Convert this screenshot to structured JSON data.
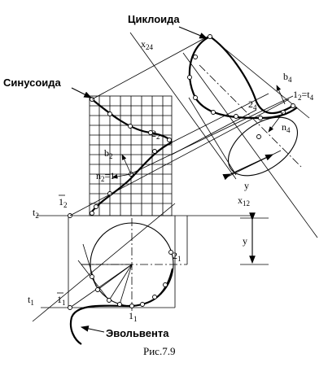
{
  "labels": {
    "cycloid": "Циклоида",
    "sinusoid": "Синусоида",
    "involute": "Эвольвента",
    "caption": "Рис.7.9",
    "x24": "x",
    "x24_sub": "24",
    "x12": "x",
    "x12_sub": "12",
    "b4": "b",
    "b4_sub": "4",
    "n4": "n",
    "n4_sub": "4",
    "p24": "2",
    "p24_sub": "4",
    "one2_t4": "1",
    "one2_t4_sub": "2",
    "one2_t4_eq": "=t",
    "one2_t4_sub2": "4",
    "b2": "b",
    "b2_sub": "2",
    "p22": "2",
    "p22_sub": "2",
    "n2": "n",
    "n2_sub": "2",
    "n2_eq": "=1",
    "bar1_2": "1",
    "bar1_2_sub": "2",
    "t2": "t",
    "t2_sub": "2",
    "y_top": "y",
    "y_side": "y",
    "p21": "2",
    "p21_sub": "1",
    "t1": "t",
    "t1_sub": "1",
    "bar1_1": "1",
    "bar1_1_sub": "1",
    "one1": "1",
    "one1_sub": "1"
  },
  "icons": [
    "arrow-icon"
  ]
}
